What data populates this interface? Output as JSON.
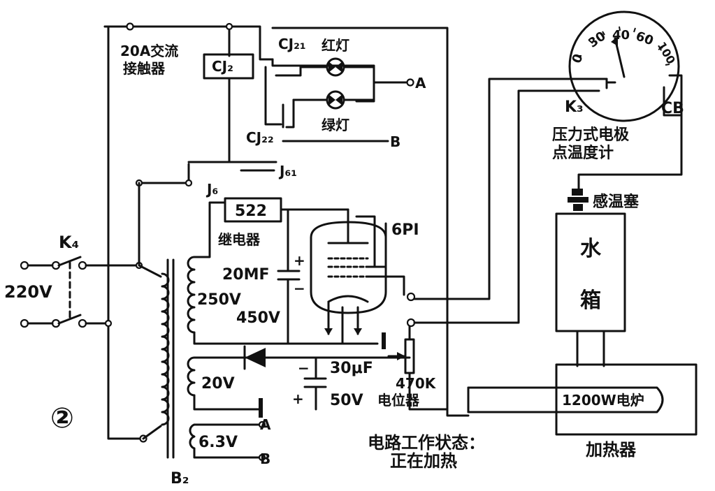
{
  "figure_number": "②",
  "labels": {
    "k4": "K₄",
    "supply": "220V",
    "contactor_title_1": "20A交流",
    "contactor_title_2": "接触器",
    "cj2": "CJ₂",
    "cj21": "CJ₂₁",
    "cj22": "CJ₂₂",
    "red_lamp": "红灯",
    "green_lamp": "绿灯",
    "term_a_top": "A",
    "term_b_top": "B",
    "j61": "J₆₁",
    "j6": "J₆",
    "relay_num": "522",
    "relay_name": "继电器",
    "cap1": "20MF",
    "cap1_plus": "+",
    "cap1_minus": "−",
    "v250": "250V",
    "v450": "450V",
    "tube": "6PI",
    "v20": "20V",
    "cap2_minus": "−",
    "cap2_plus": "+",
    "cap2_value": "30μF",
    "cap2_voltage": "50V",
    "pot_value": "470K",
    "pot_name": "电位器",
    "v63": "6.3V",
    "term_a_bot": "A",
    "term_b_bot": "B",
    "transformer": "B₂",
    "status_1": "电路工作状态：",
    "status_2": "正在加热",
    "k3": "K₃",
    "cb": "CB",
    "gauge_name_1": "压力式电极",
    "gauge_name_2": "点温度计",
    "sensor": "感温塞",
    "tank_1": "水",
    "tank_2": "箱",
    "stove": "1200W电炉",
    "heater": "加热器"
  },
  "gauge": {
    "scale": [
      "0",
      "30",
      "40",
      "60",
      "100"
    ]
  }
}
